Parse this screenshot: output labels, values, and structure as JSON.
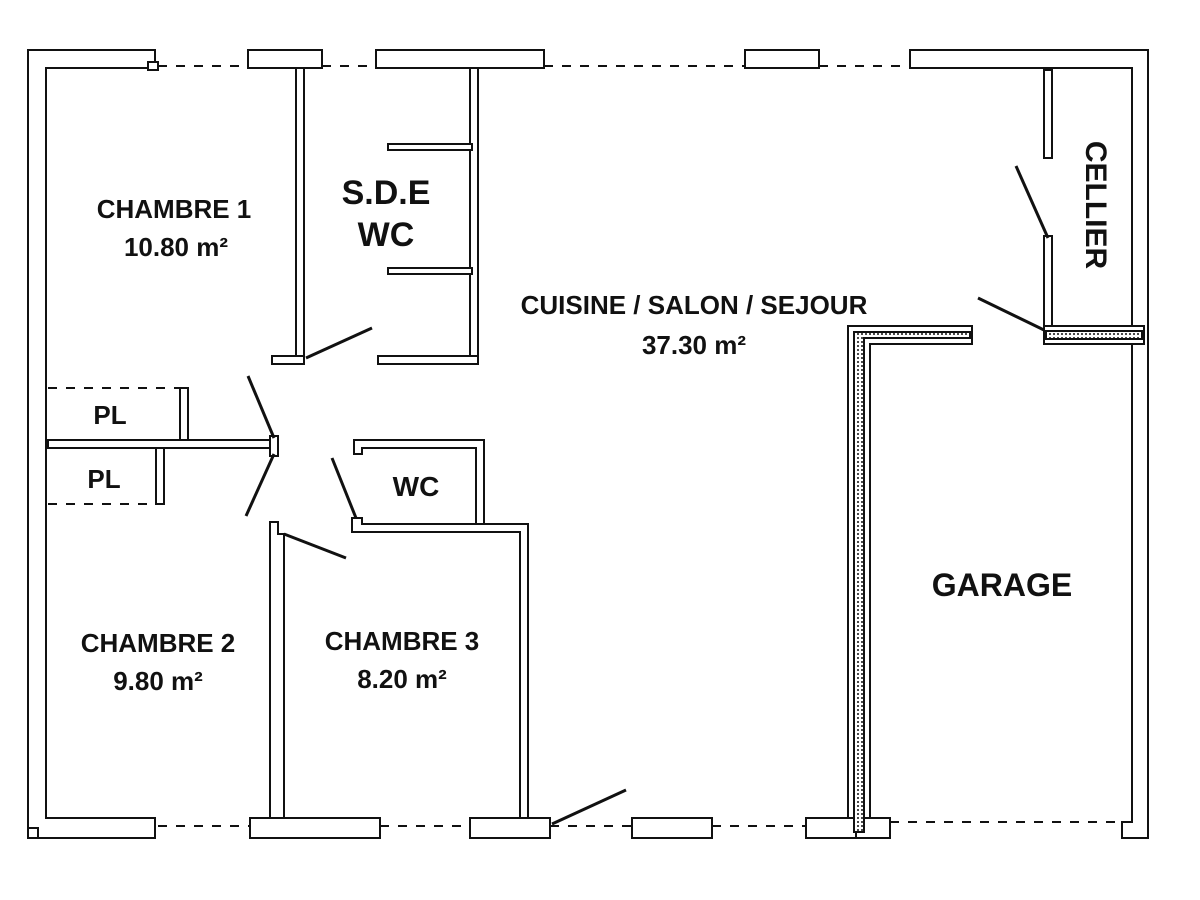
{
  "rooms": {
    "chambre1": {
      "name": "CHAMBRE 1",
      "area": "10.80 m²"
    },
    "sde": {
      "name": "S.D.E",
      "sub": "WC"
    },
    "sejour": {
      "name": "CUISINE / SALON / SEJOUR",
      "area": "37.30 m²"
    },
    "cellier": {
      "name": "CELLIER"
    },
    "pl1": {
      "name": "PL"
    },
    "pl2": {
      "name": "PL"
    },
    "wc": {
      "name": "WC"
    },
    "chambre2": {
      "name": "CHAMBRE 2",
      "area": "9.80 m²"
    },
    "chambre3": {
      "name": "CHAMBRE 3",
      "area": "8.20 m²"
    },
    "garage": {
      "name": "GARAGE"
    }
  },
  "colors": {
    "ink": "#111111",
    "paper": "#ffffff"
  }
}
